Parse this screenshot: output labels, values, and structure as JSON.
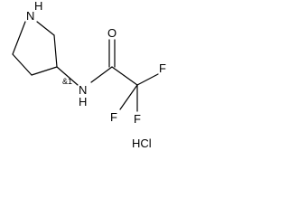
{
  "molecule": {
    "atoms": {
      "ring_nh": "N",
      "ring_nh_h": "H",
      "amide_n": "N",
      "amide_h": "H",
      "carbonyl_o": "O",
      "f_right": "F",
      "f_lower_left": "F",
      "f_lower_right": "F"
    },
    "stereo_label": "&1",
    "salt": "HCl"
  }
}
